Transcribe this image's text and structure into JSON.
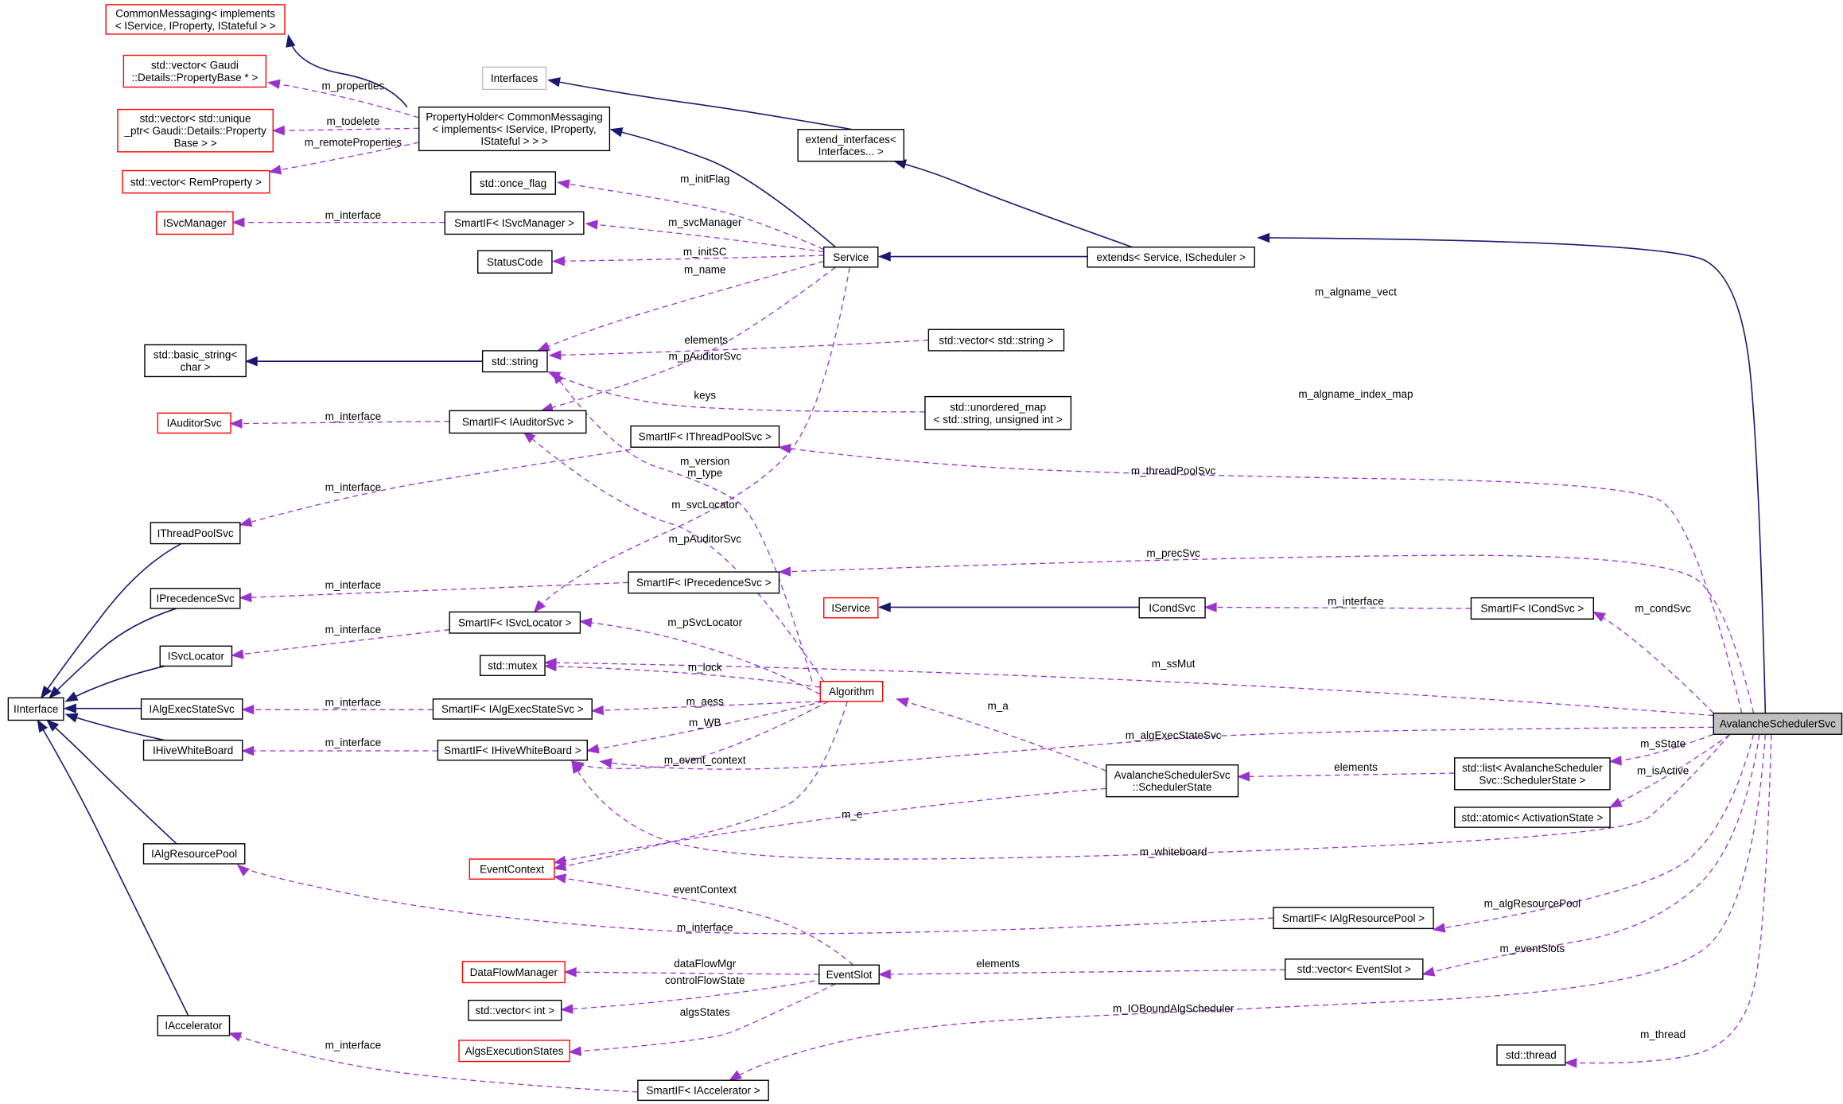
{
  "nodes": {
    "common_messaging": {
      "lines": [
        "CommonMessaging< implements",
        "< IService, IProperty, IStateful > >"
      ],
      "style": "red"
    },
    "vec_propbase": {
      "lines": [
        "std::vector< Gaudi",
        "::Details::PropertyBase * >"
      ],
      "style": "red"
    },
    "vec_unique": {
      "lines": [
        "std::vector< std::unique",
        "_ptr< Gaudi::Details::Property",
        "Base > >"
      ],
      "style": "red"
    },
    "vec_remprop": {
      "lines": [
        "std::vector< RemProperty >"
      ],
      "style": "red"
    },
    "interfaces": {
      "lines": [
        "Interfaces"
      ],
      "style": "gray"
    },
    "property_holder": {
      "lines": [
        "PropertyHolder< CommonMessaging",
        "< implements< IService, IProperty,",
        "IStateful > > >"
      ],
      "style": "normal"
    },
    "extend_interfaces": {
      "lines": [
        "extend_interfaces<",
        "Interfaces... >"
      ],
      "style": "normal"
    },
    "once_flag": {
      "lines": [
        "std::once_flag"
      ],
      "style": "normal"
    },
    "isvcmanager": {
      "lines": [
        "ISvcManager"
      ],
      "style": "red"
    },
    "smartif_svcmanager": {
      "lines": [
        "SmartIF< ISvcManager >"
      ],
      "style": "normal"
    },
    "statuscode": {
      "lines": [
        "StatusCode"
      ],
      "style": "normal"
    },
    "service": {
      "lines": [
        "Service"
      ],
      "style": "normal"
    },
    "extends_service": {
      "lines": [
        "extends< Service, IScheduler >"
      ],
      "style": "normal"
    },
    "basic_string": {
      "lines": [
        "std::basic_string<",
        "char >"
      ],
      "style": "normal"
    },
    "std_string": {
      "lines": [
        "std::string"
      ],
      "style": "normal"
    },
    "vec_string": {
      "lines": [
        "std::vector< std::string >"
      ],
      "style": "normal"
    },
    "unordered_map": {
      "lines": [
        "std::unordered_map",
        "< std::string, unsigned int >"
      ],
      "style": "normal"
    },
    "iauditorsvc": {
      "lines": [
        "IAuditorSvc"
      ],
      "style": "red"
    },
    "smartif_auditorsvc": {
      "lines": [
        "SmartIF< IAuditorSvc >"
      ],
      "style": "normal"
    },
    "smartif_threadpoolsvc": {
      "lines": [
        "SmartIF< IThreadPoolSvc >"
      ],
      "style": "normal"
    },
    "ithreadpoolsvc": {
      "lines": [
        "IThreadPoolSvc"
      ],
      "style": "normal"
    },
    "iprecedencesvc": {
      "lines": [
        "IPrecedenceSvc"
      ],
      "style": "normal"
    },
    "smartif_precedencesvc": {
      "lines": [
        "SmartIF< IPrecedenceSvc >"
      ],
      "style": "normal"
    },
    "iservice": {
      "lines": [
        "IService"
      ],
      "style": "red"
    },
    "icondsvc": {
      "lines": [
        "ICondSvc"
      ],
      "style": "normal"
    },
    "smartif_condsvc": {
      "lines": [
        "SmartIF< ICondSvc >"
      ],
      "style": "normal"
    },
    "isvclocator": {
      "lines": [
        "ISvcLocator"
      ],
      "style": "normal"
    },
    "smartif_svclocator": {
      "lines": [
        "SmartIF< ISvcLocator >"
      ],
      "style": "normal"
    },
    "std_mutex": {
      "lines": [
        "std::mutex"
      ],
      "style": "normal"
    },
    "iinterface": {
      "lines": [
        "IInterface"
      ],
      "style": "normal"
    },
    "ialgexecstatesvc": {
      "lines": [
        "IAlgExecStateSvc"
      ],
      "style": "normal"
    },
    "smartif_algexecstatesvc": {
      "lines": [
        "SmartIF< IAlgExecStateSvc >"
      ],
      "style": "normal"
    },
    "algorithm": {
      "lines": [
        "Algorithm"
      ],
      "style": "red"
    },
    "avalanche": {
      "lines": [
        "AvalancheSchedulerSvc"
      ],
      "style": "highlight"
    },
    "ihivewhiteboard": {
      "lines": [
        "IHiveWhiteBoard"
      ],
      "style": "normal"
    },
    "smartif_hivewhiteboard": {
      "lines": [
        "SmartIF< IHiveWhiteBoard >"
      ],
      "style": "normal"
    },
    "scheduler_state": {
      "lines": [
        "AvalancheSchedulerSvc",
        "::SchedulerState"
      ],
      "style": "normal"
    },
    "list_schedstate": {
      "lines": [
        "std::list< AvalancheScheduler",
        "Svc::SchedulerState >"
      ],
      "style": "normal"
    },
    "atomic_activation": {
      "lines": [
        "std::atomic< ActivationState >"
      ],
      "style": "normal"
    },
    "ialgresourcepool": {
      "lines": [
        "IAlgResourcePool"
      ],
      "style": "normal"
    },
    "eventcontext": {
      "lines": [
        "EventContext"
      ],
      "style": "red"
    },
    "smartif_algresourcepool": {
      "lines": [
        "SmartIF< IAlgResourcePool >"
      ],
      "style": "normal"
    },
    "dataflowmanager": {
      "lines": [
        "DataFlowManager"
      ],
      "style": "red"
    },
    "eventslot": {
      "lines": [
        "EventSlot"
      ],
      "style": "normal"
    },
    "vec_eventslot": {
      "lines": [
        "std::vector< EventSlot >"
      ],
      "style": "normal"
    },
    "vec_int": {
      "lines": [
        "std::vector< int >"
      ],
      "style": "normal"
    },
    "iaccelerator": {
      "lines": [
        "IAccelerator"
      ],
      "style": "normal"
    },
    "algsexecutionstates": {
      "lines": [
        "AlgsExecutionStates"
      ],
      "style": "red"
    },
    "std_thread": {
      "lines": [
        "std::thread"
      ],
      "style": "normal"
    },
    "smartif_accelerator": {
      "lines": [
        "SmartIF< IAccelerator >"
      ],
      "style": "normal"
    }
  },
  "edge_labels": {
    "m_properties": "m_properties",
    "m_todelete": "m_todelete",
    "m_remoteProperties": "m_remoteProperties",
    "m_initFlag": "m_initFlag",
    "m_interface_svcmanager": "m_interface",
    "m_svcManager": "m_svcManager",
    "m_initSC": "m_initSC",
    "m_name": "m_name",
    "m_algname_vect": "m_algname_vect",
    "elements_string": "elements",
    "m_pAuditorSvc_service": "m_pAuditorSvc",
    "m_algname_index_map": "m_algname_index_map",
    "keys": "keys",
    "m_interface_auditor": "m_interface",
    "m_version": "m_version",
    "m_type": "m_type",
    "m_threadPoolSvc": "m_threadPoolSvc",
    "m_interface_threadpool": "m_interface",
    "m_svcLocator": "m_svcLocator",
    "m_pAuditorSvc_alg": "m_pAuditorSvc",
    "m_precSvc": "m_precSvc",
    "m_interface_precedence": "m_interface",
    "m_interface_cond": "m_interface",
    "m_condSvc": "m_condSvc",
    "m_pSvcLocator": "m_pSvcLocator",
    "m_interface_svclocator": "m_interface",
    "m_ssMut": "m_ssMut",
    "m_lock": "m_lock",
    "m_aess": "m_aess",
    "m_interface_algexec": "m_interface",
    "m_a": "m_a",
    "m_WB": "m_WB",
    "m_algExecStateSvc": "m_algExecStateSvc",
    "m_interface_whiteboard": "m_interface",
    "m_sState": "m_sState",
    "m_event_context": "m_event_context",
    "elements_state": "elements",
    "m_isActive": "m_isActive",
    "m_e": "m_e",
    "m_whiteboard": "m_whiteboard",
    "eventContext": "eventContext",
    "m_algResourcePool": "m_algResourcePool",
    "m_interface_resourcepool": "m_interface",
    "m_eventSlots": "m_eventSlots",
    "dataFlowMgr": "dataFlowMgr",
    "elements_slot": "elements",
    "controlFlowState": "controlFlowState",
    "m_IOBoundAlgScheduler": "m_IOBoundAlgScheduler",
    "algsStates": "algsStates",
    "m_thread": "m_thread",
    "m_interface_accelerator": "m_interface"
  },
  "colors": {
    "inheritance": "#191970",
    "usage": "#9a32cd",
    "node_border": "#000000",
    "node_border_incomplete": "#ff0000",
    "node_border_external": "#bfbfbf",
    "highlight_fill": "#bfbfbf"
  }
}
